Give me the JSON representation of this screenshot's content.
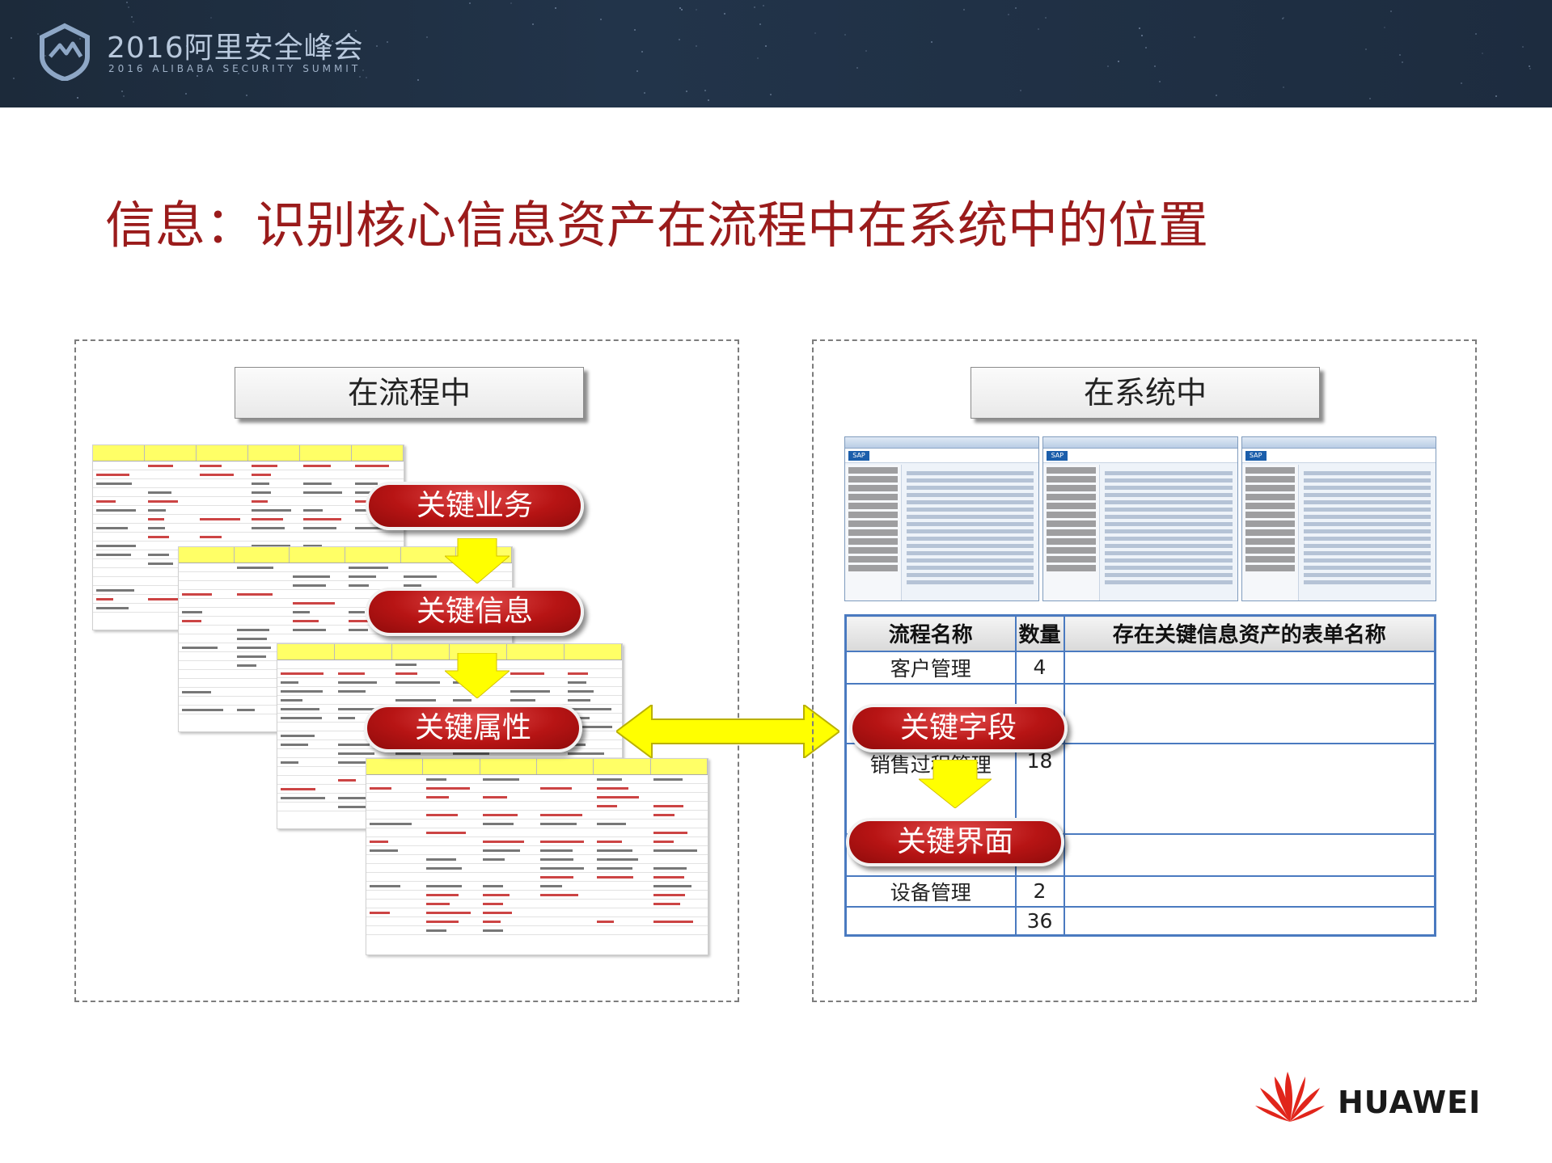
{
  "header": {
    "summit_title": "2016阿里安全峰会",
    "summit_subtitle": "2016 ALIBABA SECURITY SUMMIT"
  },
  "page_title": "信息：识别核心信息资产在流程中在系统中的位置",
  "left_panel": {
    "label": "在流程中",
    "pills": [
      "关键业务",
      "关键信息",
      "关键属性"
    ]
  },
  "right_panel": {
    "label": "在系统中",
    "table": {
      "headers": [
        "流程名称",
        "数量",
        "存在关键信息资产的表单名称"
      ],
      "rows": [
        {
          "name": "客户管理",
          "count": "4",
          "forms": ""
        },
        {
          "name": "",
          "count": "",
          "forms": ""
        },
        {
          "name": "销售过程管理",
          "count": "18",
          "forms": ""
        },
        {
          "name": "",
          "count": "",
          "forms": ""
        },
        {
          "name": "设备管理",
          "count": "2",
          "forms": ""
        },
        {
          "name": "",
          "count": "36",
          "forms": ""
        }
      ]
    },
    "pills": [
      "关键字段",
      "关键界面"
    ]
  },
  "footer": {
    "brand": "HUAWEI"
  },
  "colors": {
    "title_red": "#9a1b1b",
    "pill_red": "#b71414",
    "arrow_yellow": "#ffff00",
    "table_border": "#4a7ac0",
    "header_bg": "#1c2a3a"
  }
}
